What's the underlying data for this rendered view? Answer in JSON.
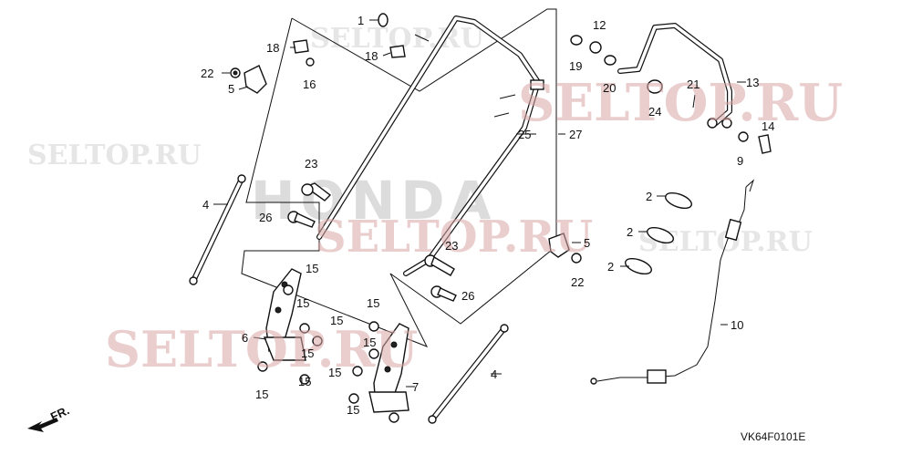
{
  "watermarks": {
    "main": "SELTOP.RU",
    "brand": "HONDA"
  },
  "callouts": {
    "c1": "1",
    "c18a": "18",
    "c18b": "18",
    "c16": "16",
    "c22a": "22",
    "c5a": "5",
    "c4a": "4",
    "c23a": "23",
    "c26a": "26",
    "c15a": "15",
    "c15b": "15",
    "c15c": "15",
    "c6": "6",
    "c15d": "15",
    "c15e": "15",
    "c15f": "15",
    "c15g": "15",
    "c15h": "15",
    "c15i": "15",
    "c15j": "15",
    "c7": "7",
    "c4b": "4",
    "c23b": "23",
    "c26b": "26",
    "c5b": "5",
    "c22b": "22",
    "c25": "25",
    "c27": "27",
    "c12": "12",
    "c19": "19",
    "c20": "20",
    "c24": "24",
    "c21": "21",
    "c13": "13",
    "c14": "14",
    "c9": "9",
    "c2a": "2",
    "c2b": "2",
    "c2c": "2",
    "c10": "10"
  },
  "footer": {
    "direction": "FR.",
    "code": "VK64F0101E"
  }
}
